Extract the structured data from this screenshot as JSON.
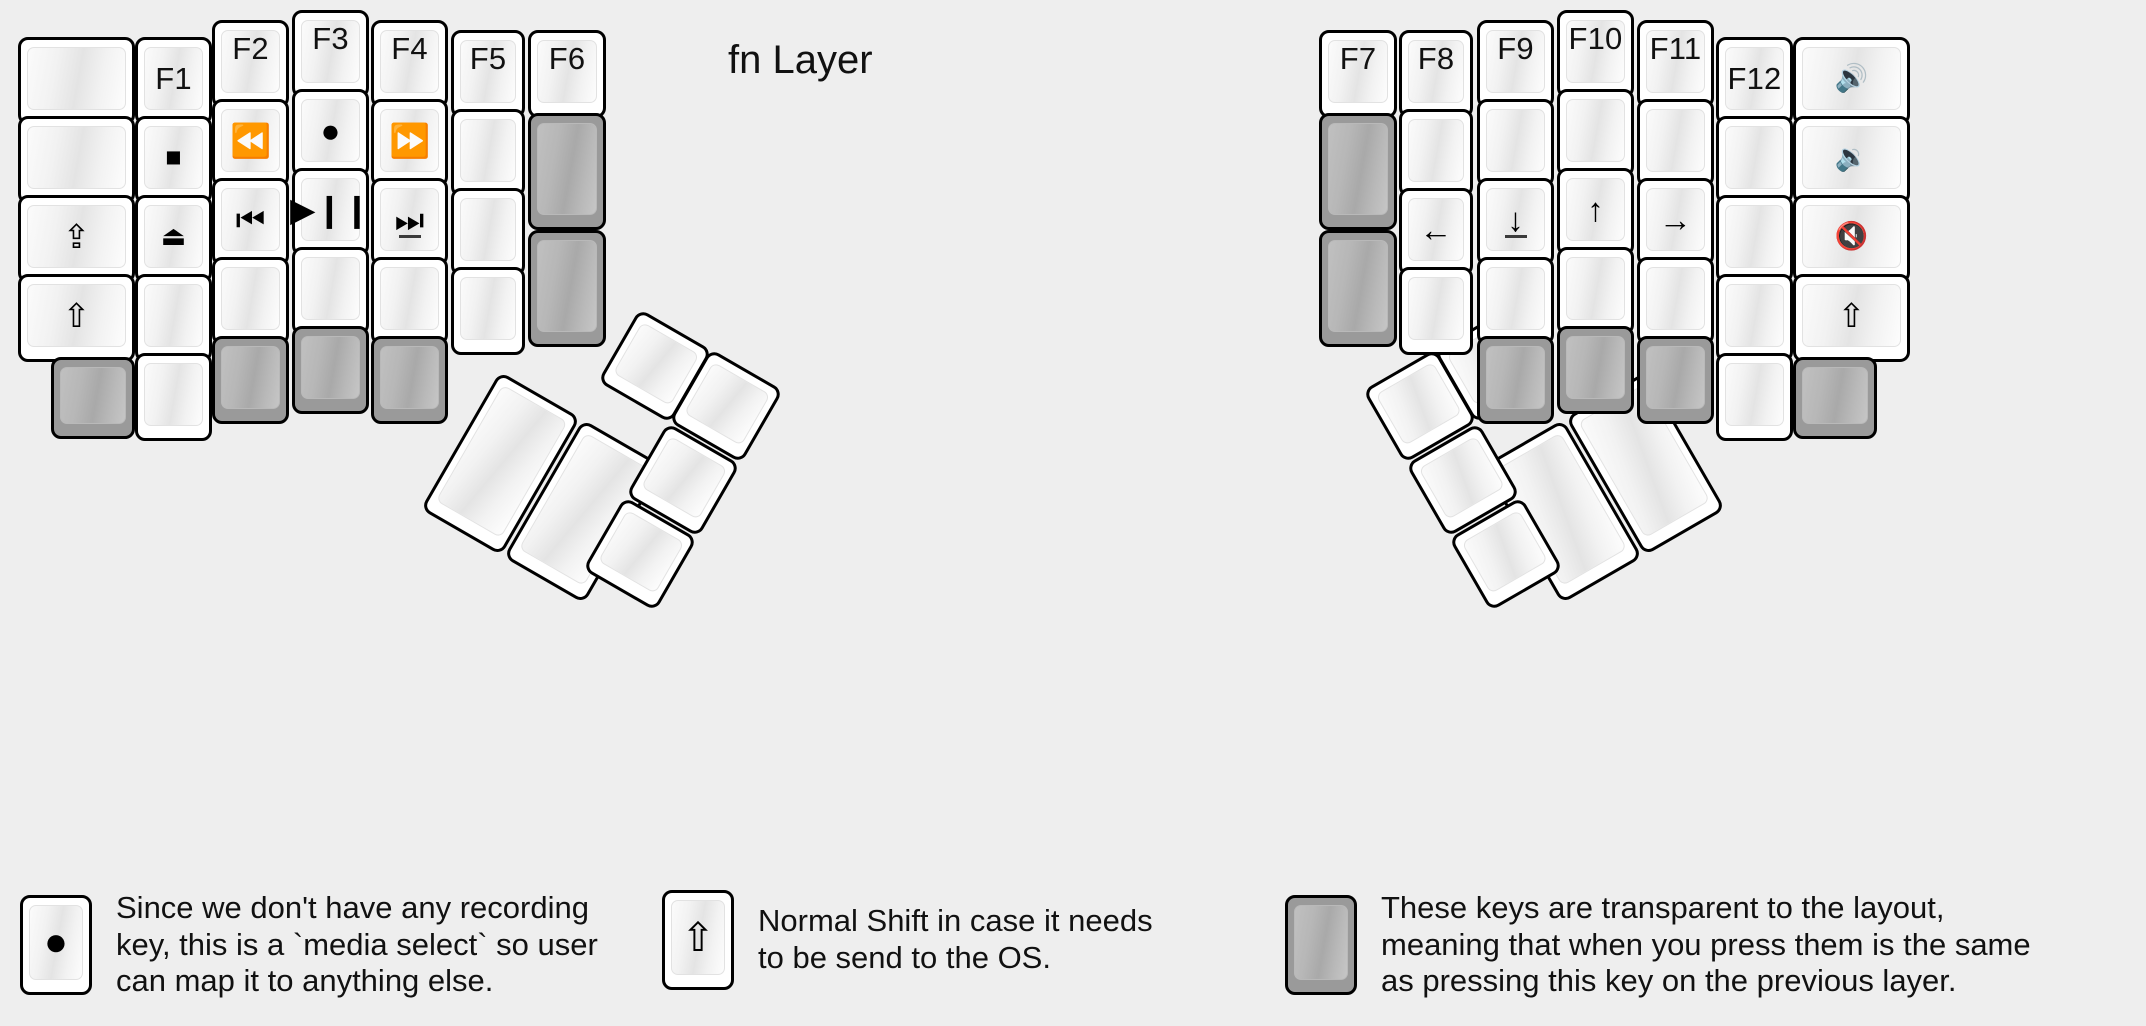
{
  "title": "fn Layer",
  "colors": {
    "background": "#eeeeee",
    "key_face": "#ffffff",
    "key_outline": "#000000",
    "transparent_key": "#9a9a9a"
  },
  "keyboard": {
    "left_half": {
      "columns": [
        {
          "name": "pinky-outer",
          "keys": [
            {
              "label": "",
              "type": "normal"
            },
            {
              "label": "",
              "type": "normal"
            },
            {
              "label": "⇪",
              "type": "normal",
              "icon": "caps-lock-icon"
            },
            {
              "label": "⇧",
              "type": "normal",
              "icon": "shift-icon"
            },
            {
              "label": "",
              "type": "transparent"
            }
          ]
        },
        {
          "name": "pinky",
          "keys": [
            {
              "label": "F1",
              "type": "normal"
            },
            {
              "label": "■",
              "type": "normal",
              "icon": "media-stop-icon"
            },
            {
              "label": "⏏",
              "type": "normal",
              "icon": "media-eject-icon"
            },
            {
              "label": "",
              "type": "normal"
            },
            {
              "label": "",
              "type": "normal"
            }
          ]
        },
        {
          "name": "ring",
          "keys": [
            {
              "label": "F2",
              "type": "normal"
            },
            {
              "label": "⏪",
              "type": "normal",
              "icon": "media-rewind-icon"
            },
            {
              "label": "⏮",
              "type": "normal",
              "icon": "media-previous-icon"
            },
            {
              "label": "",
              "type": "normal"
            },
            {
              "label": "",
              "type": "transparent"
            }
          ]
        },
        {
          "name": "middle",
          "keys": [
            {
              "label": "F3",
              "type": "normal"
            },
            {
              "label": "●",
              "type": "normal",
              "icon": "media-record-icon"
            },
            {
              "label": "▶❙❙",
              "type": "normal",
              "icon": "media-play-pause-icon"
            },
            {
              "label": "",
              "type": "normal"
            },
            {
              "label": "",
              "type": "transparent"
            }
          ]
        },
        {
          "name": "index",
          "keys": [
            {
              "label": "F4",
              "type": "normal"
            },
            {
              "label": "⏩",
              "type": "normal",
              "icon": "media-fast-forward-icon"
            },
            {
              "label": "⏭",
              "type": "normal",
              "icon": "media-next-icon",
              "underline": true
            },
            {
              "label": "",
              "type": "normal"
            },
            {
              "label": "",
              "type": "transparent"
            }
          ]
        },
        {
          "name": "index-inner",
          "keys": [
            {
              "label": "F5",
              "type": "normal"
            },
            {
              "label": "",
              "type": "normal"
            },
            {
              "label": "",
              "type": "normal"
            },
            {
              "label": "",
              "type": "normal"
            }
          ]
        },
        {
          "name": "inner",
          "keys": [
            {
              "label": "F6",
              "type": "normal"
            },
            {
              "label": "",
              "type": "transparent",
              "tall": true
            },
            {
              "label": "",
              "type": "transparent",
              "tall": true
            }
          ]
        }
      ],
      "thumb_cluster": [
        {
          "label": "",
          "type": "normal",
          "size": "2u"
        },
        {
          "label": "",
          "type": "normal",
          "size": "2u"
        },
        {
          "label": "",
          "type": "normal",
          "size": "1u"
        },
        {
          "label": "",
          "type": "normal",
          "size": "1u"
        },
        {
          "label": "",
          "type": "normal",
          "size": "1u"
        },
        {
          "label": "",
          "type": "normal",
          "size": "1u"
        }
      ]
    },
    "right_half": {
      "columns": [
        {
          "name": "inner",
          "keys": [
            {
              "label": "F7",
              "type": "normal"
            },
            {
              "label": "",
              "type": "transparent",
              "tall": true
            },
            {
              "label": "",
              "type": "transparent",
              "tall": true
            }
          ]
        },
        {
          "name": "index-inner",
          "keys": [
            {
              "label": "F8",
              "type": "normal"
            },
            {
              "label": "",
              "type": "normal"
            },
            {
              "label": "←",
              "type": "normal",
              "icon": "arrow-left-icon"
            },
            {
              "label": "",
              "type": "normal"
            }
          ]
        },
        {
          "name": "index",
          "keys": [
            {
              "label": "F9",
              "type": "normal"
            },
            {
              "label": "",
              "type": "normal"
            },
            {
              "label": "↓",
              "type": "normal",
              "icon": "arrow-down-icon",
              "underline": true
            },
            {
              "label": "",
              "type": "normal"
            },
            {
              "label": "",
              "type": "transparent"
            }
          ]
        },
        {
          "name": "middle",
          "keys": [
            {
              "label": "F10",
              "type": "normal"
            },
            {
              "label": "",
              "type": "normal"
            },
            {
              "label": "↑",
              "type": "normal",
              "icon": "arrow-up-icon"
            },
            {
              "label": "",
              "type": "normal"
            },
            {
              "label": "",
              "type": "transparent"
            }
          ]
        },
        {
          "name": "ring",
          "keys": [
            {
              "label": "F11",
              "type": "normal"
            },
            {
              "label": "",
              "type": "normal"
            },
            {
              "label": "→",
              "type": "normal",
              "icon": "arrow-right-icon"
            },
            {
              "label": "",
              "type": "normal"
            },
            {
              "label": "",
              "type": "transparent"
            }
          ]
        },
        {
          "name": "pinky",
          "keys": [
            {
              "label": "F12",
              "type": "normal"
            },
            {
              "label": "",
              "type": "normal"
            },
            {
              "label": "",
              "type": "normal"
            },
            {
              "label": "",
              "type": "normal"
            },
            {
              "label": "",
              "type": "normal"
            }
          ]
        },
        {
          "name": "pinky-outer",
          "keys": [
            {
              "label": "🔊",
              "type": "normal",
              "icon": "volume-up-icon"
            },
            {
              "label": "🔉",
              "type": "normal",
              "icon": "volume-down-icon"
            },
            {
              "label": "🔇",
              "type": "normal",
              "icon": "volume-mute-icon"
            },
            {
              "label": "⇧",
              "type": "normal",
              "icon": "shift-icon"
            },
            {
              "label": "",
              "type": "transparent"
            }
          ]
        }
      ],
      "thumb_cluster": [
        {
          "label": "",
          "type": "normal",
          "size": "2u"
        },
        {
          "label": "",
          "type": "normal",
          "size": "2u"
        },
        {
          "label": "",
          "type": "normal",
          "size": "1u"
        },
        {
          "label": "",
          "type": "normal",
          "size": "1u"
        },
        {
          "label": "",
          "type": "normal",
          "size": "1u"
        },
        {
          "label": "",
          "type": "normal",
          "size": "1u"
        }
      ]
    }
  },
  "legend": [
    {
      "key_icon": "media-record-icon",
      "key_glyph": "●",
      "key_type": "normal",
      "text": "Since we don't have any recording\nkey, this is a `media select` so user\ncan map it to anything else."
    },
    {
      "key_icon": "shift-icon",
      "key_glyph": "⇧",
      "key_type": "normal",
      "text": "Normal Shift in case it needs\nto be send to the OS."
    },
    {
      "key_icon": "transparent-key-icon",
      "key_glyph": "",
      "key_type": "transparent",
      "text": "These keys are transparent to the layout,\nmeaning that when you press them is the same\nas pressing this key on the previous layer."
    }
  ]
}
